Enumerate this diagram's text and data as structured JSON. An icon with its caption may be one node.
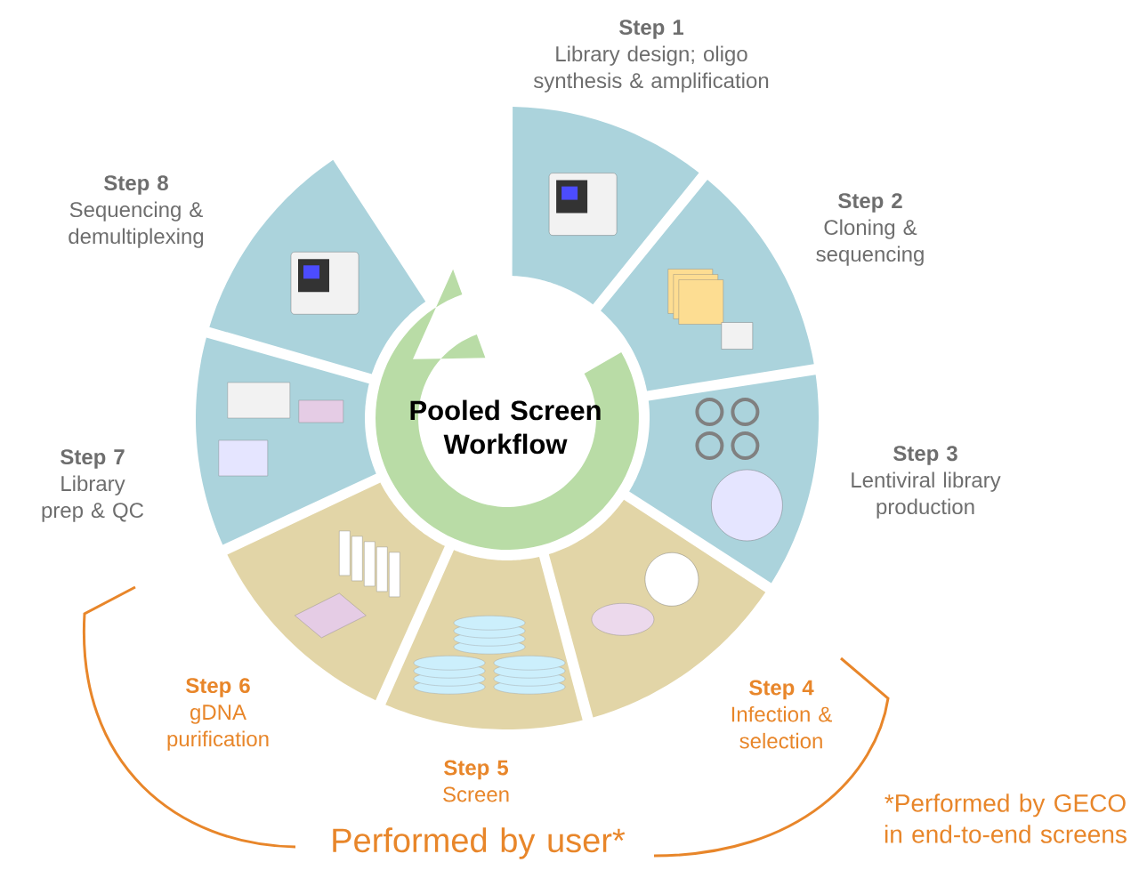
{
  "diagram": {
    "nodes": [
      {
        "text": [
          "Pooled Screen Workflow"
        ]
      },
      {
        "text": [
          "Step 1",
          "Library design; oligo synthesis & amplification"
        ]
      },
      {
        "text": [
          "Step 2",
          "Cloning & sequencing"
        ]
      },
      {
        "text": [
          "Step 3",
          "Lentiviral library production"
        ]
      },
      {
        "text": [
          "Step 4",
          "Infection & selection"
        ]
      },
      {
        "text": [
          "Step 5",
          "Screen"
        ]
      },
      {
        "text": [
          "Step 6",
          "gDNA purification"
        ]
      },
      {
        "text": [
          "Step 7",
          "Library prep & QC"
        ]
      },
      {
        "text": [
          "Step 8",
          "Sequencing & demultiplexing"
        ]
      }
    ],
    "labels": [
      "Performed by user*",
      "*Performed by GECO in end-to-end screens"
    ]
  }
}
